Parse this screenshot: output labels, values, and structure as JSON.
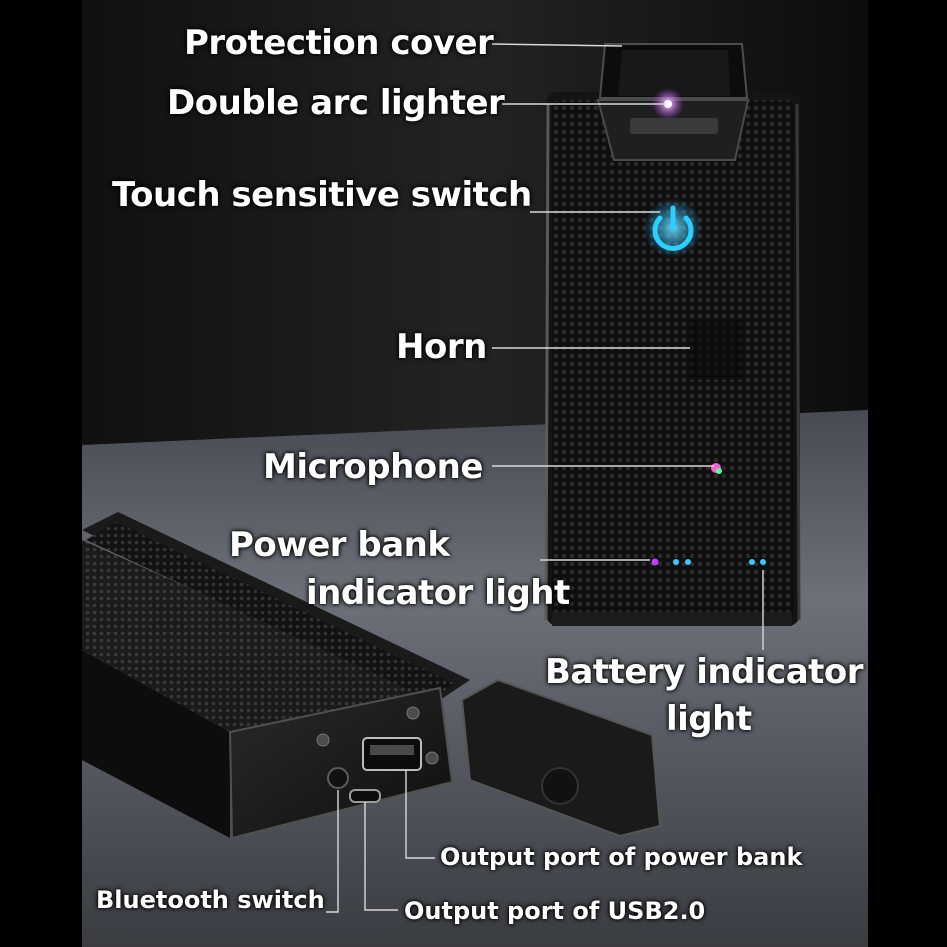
{
  "labels": {
    "protection_cover": "Protection cover",
    "double_arc_lighter": "Double arc lighter",
    "touch_sensitive_switch": "Touch sensitive switch",
    "horn": "Horn",
    "microphone": "Microphone",
    "power_bank_indicator_light_1": "Power bank",
    "power_bank_indicator_light_2": "indicator light",
    "battery_indicator_light_1": "Battery indicator",
    "battery_indicator_light_2": "light",
    "output_port_of_power_bank": "Output port of power bank",
    "bluetooth_switch": "Bluetooth switch",
    "output_port_of_usb": "Output port of USB2.0"
  },
  "icons": [
    "power-icon"
  ],
  "colors": {
    "background": "#000000",
    "label_text": "#ffffff",
    "leader_line": "#d8d8d8",
    "switch_glow": "#21b8ff",
    "indicator_blue": "#3cc8ff",
    "indicator_purple": "#c23cff",
    "arc_glow": "#e070ff"
  }
}
